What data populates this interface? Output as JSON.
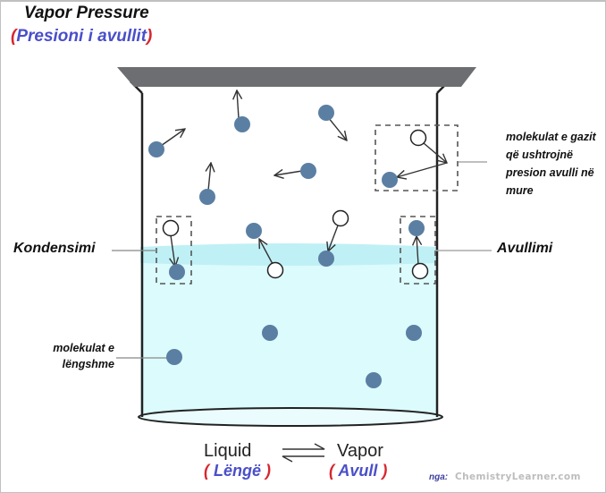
{
  "title": "Vapor Pressure",
  "subtitle": {
    "open": "(",
    "text": "Presioni i avullit",
    "close": ")"
  },
  "labels": {
    "gas_molecules": "molekulat e gazit që ushtrojnë presion avulli në mure",
    "condensation": "Kondensimi",
    "evaporation": "Avullimi",
    "liquid_molecules": "molekulat e lëngshme"
  },
  "equation": {
    "liquid": "Liquid",
    "arrow": "⇌",
    "vapor": "Vapor",
    "liquid_translation": {
      "open": "(",
      "text": " Lëngë ",
      "close": ")"
    },
    "vapor_translation": {
      "open": "(",
      "text": " Avull ",
      "close": ")"
    }
  },
  "credit": {
    "prefix": "nga:",
    "source": "ChemistryLearner.com"
  },
  "colors": {
    "molecule_fill": "#5b7fa3",
    "liquid_fill": "#dcfbfd",
    "liquid_surface": "#bff0f5",
    "lid": "#6d6e71",
    "title_blue": "#4a4fc9",
    "paren_red": "#d8262f"
  },
  "icons": {
    "liquid_molecule": "filled-circle",
    "vapor_molecule": "hollow-circle",
    "motion": "arrow"
  }
}
